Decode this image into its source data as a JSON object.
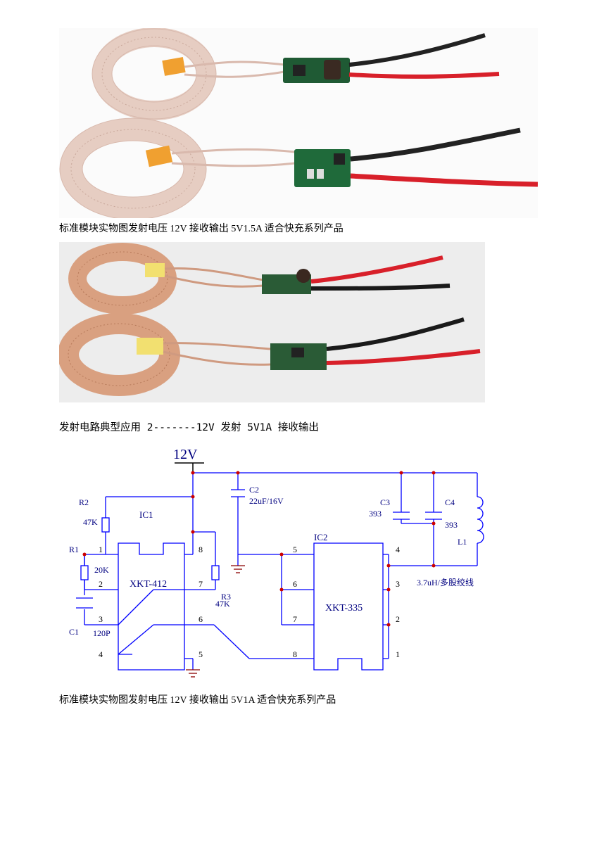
{
  "captions": {
    "photo1": "标准模块实物图发射电压 12V  接收输出 5V1.5A 适合快充系列产品",
    "photo2": "发射电路典型应用 2-------12V 发射 5V1A 接收输出",
    "schematic": "标准模块实物图发射电压 12V  接收输出 5V1A 适合快充系列产品"
  },
  "schematic": {
    "supply": "12V",
    "ic1": {
      "ref": "IC1",
      "part": "XKT-412",
      "pins": [
        "1",
        "2",
        "3",
        "4",
        "5",
        "6",
        "7",
        "8"
      ]
    },
    "ic2": {
      "ref": "IC2",
      "part": "XKT-335",
      "pins": [
        "5",
        "6",
        "7",
        "8",
        "4",
        "3",
        "2",
        "1"
      ]
    },
    "r1": {
      "ref": "R1",
      "value": "20K"
    },
    "r2": {
      "ref": "R2",
      "value": "47K"
    },
    "r3": {
      "ref": "R3",
      "value": "47K"
    },
    "c1": {
      "ref": "C1",
      "value": "120P"
    },
    "c2": {
      "ref": "C2",
      "value": "22uF/16V"
    },
    "c3": {
      "ref": "C3",
      "value": "393"
    },
    "c4": {
      "ref": "C4",
      "value": "393"
    },
    "l1": {
      "ref": "L1",
      "value": "3.7uH/多股绞线"
    }
  },
  "colors": {
    "wire": "#0000ff",
    "pin": "#8b0000",
    "junction": "#cc0000",
    "label": "#000080"
  }
}
